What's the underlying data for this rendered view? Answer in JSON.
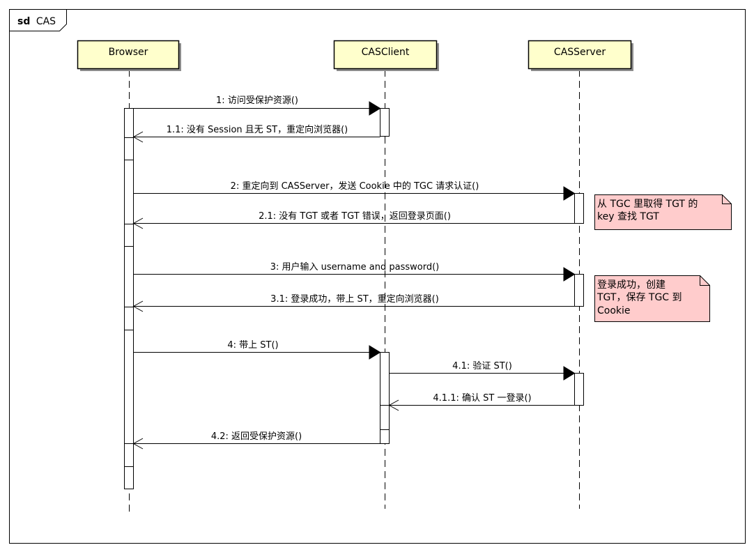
{
  "frame": {
    "keyword": "sd",
    "name": "CAS"
  },
  "colors": {
    "lifeline_fill": "#ffffcc",
    "note_fill": "#ffcccc",
    "line": "#000000",
    "activation_fill": "#ffffff"
  },
  "lifelines": [
    {
      "id": "browser",
      "name": "Browser"
    },
    {
      "id": "casclient",
      "name": "CASClient"
    },
    {
      "id": "casserver",
      "name": "CASServer"
    }
  ],
  "messages": [
    {
      "label": "1: 访问受保护资源()",
      "from": "browser",
      "to": "casclient",
      "kind": "sync"
    },
    {
      "label": "1.1: 没有 Session 且无 ST，重定向浏览器()",
      "from": "casclient",
      "to": "browser",
      "kind": "reply"
    },
    {
      "label": "2: 重定向到 CASServer，发送 Cookie 中的 TGC 请求认证()",
      "from": "browser",
      "to": "casserver",
      "kind": "sync"
    },
    {
      "label": "2.1: 没有 TGT 或者 TGT 错误，返回登录页面()",
      "from": "casserver",
      "to": "browser",
      "kind": "reply"
    },
    {
      "label": "3: 用户输入 username and password()",
      "from": "browser",
      "to": "casserver",
      "kind": "sync"
    },
    {
      "label": "3.1: 登录成功，带上 ST，重定向浏览器()",
      "from": "casserver",
      "to": "browser",
      "kind": "reply"
    },
    {
      "label": "4: 带上 ST()",
      "from": "browser",
      "to": "casclient",
      "kind": "sync"
    },
    {
      "label": "4.1: 验证 ST()",
      "from": "casclient",
      "to": "casserver",
      "kind": "sync"
    },
    {
      "label": "4.1.1: 确认 ST 一登录()",
      "from": "casserver",
      "to": "casclient",
      "kind": "reply"
    },
    {
      "label": "4.2: 返回受保护资源()",
      "from": "casclient",
      "to": "browser",
      "kind": "reply"
    }
  ],
  "notes": [
    {
      "lines": [
        "从 TGC 里取得 TGT 的",
        "key 查找 TGT"
      ]
    },
    {
      "lines": [
        "登录成功，创建",
        "TGT，保存 TGC 到",
        "Cookie"
      ]
    }
  ]
}
